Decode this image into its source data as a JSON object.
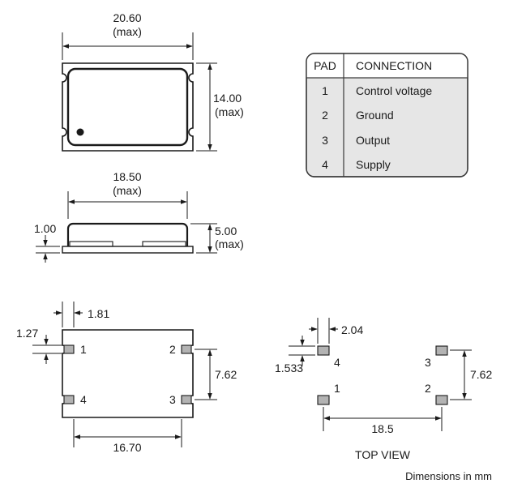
{
  "outline": {
    "length": "20.60",
    "length_note": "(max)",
    "width": "14.00",
    "width_note": "(max)"
  },
  "side": {
    "length": "18.50",
    "length_note": "(max)",
    "height": "5.00",
    "height_note": "(max)",
    "standoff": "1.00"
  },
  "bottom": {
    "pad_offset": "1.81",
    "pad_size": "1.27",
    "pad_pitch_vertical": "7.62",
    "pad_span": "16.70",
    "pad_labels": [
      "1",
      "2",
      "3",
      "4"
    ]
  },
  "land_pattern": {
    "pad_width": "2.04",
    "pad_height": "1.533",
    "pitch_vertical": "7.62",
    "pitch_horizontal": "18.5",
    "pad_labels": [
      "1",
      "2",
      "3",
      "4"
    ],
    "view_label": "TOP VIEW"
  },
  "footer_note": "Dimensions in mm",
  "pad_table": {
    "headers": [
      "PAD",
      "CONNECTION"
    ],
    "rows": [
      {
        "pad": "1",
        "connection": "Control voltage"
      },
      {
        "pad": "2",
        "connection": "Ground"
      },
      {
        "pad": "3",
        "connection": "Output"
      },
      {
        "pad": "4",
        "connection": "Supply"
      }
    ],
    "header_color": "#ffffff",
    "body_color": "#e6e6e6",
    "border_color": "#3a3a3a"
  }
}
